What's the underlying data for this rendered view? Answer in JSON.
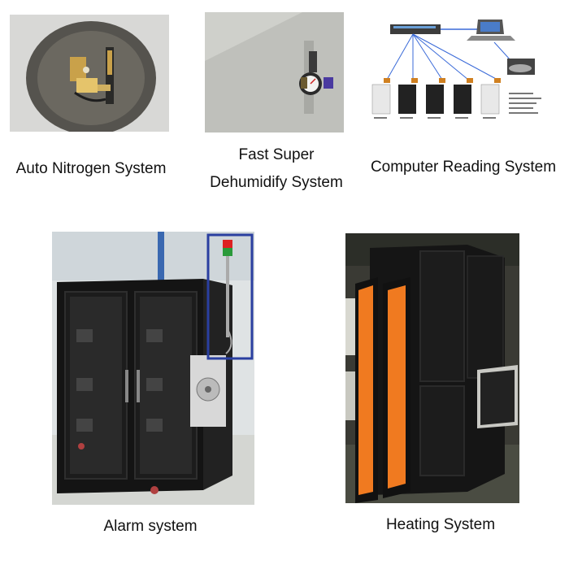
{
  "captions": {
    "nitrogen": "Auto Nitrogen System",
    "dehumidify_line1": "Fast Super",
    "dehumidify_line2": "Dehumidify System",
    "computer": "Computer Reading System",
    "alarm": "Alarm system",
    "heating": "Heating System"
  },
  "colors": {
    "cabinet": "#1a1a1a",
    "heater_orange": "#f07a20",
    "alarm_box": "#2a3fa0",
    "background": "#ffffff"
  }
}
